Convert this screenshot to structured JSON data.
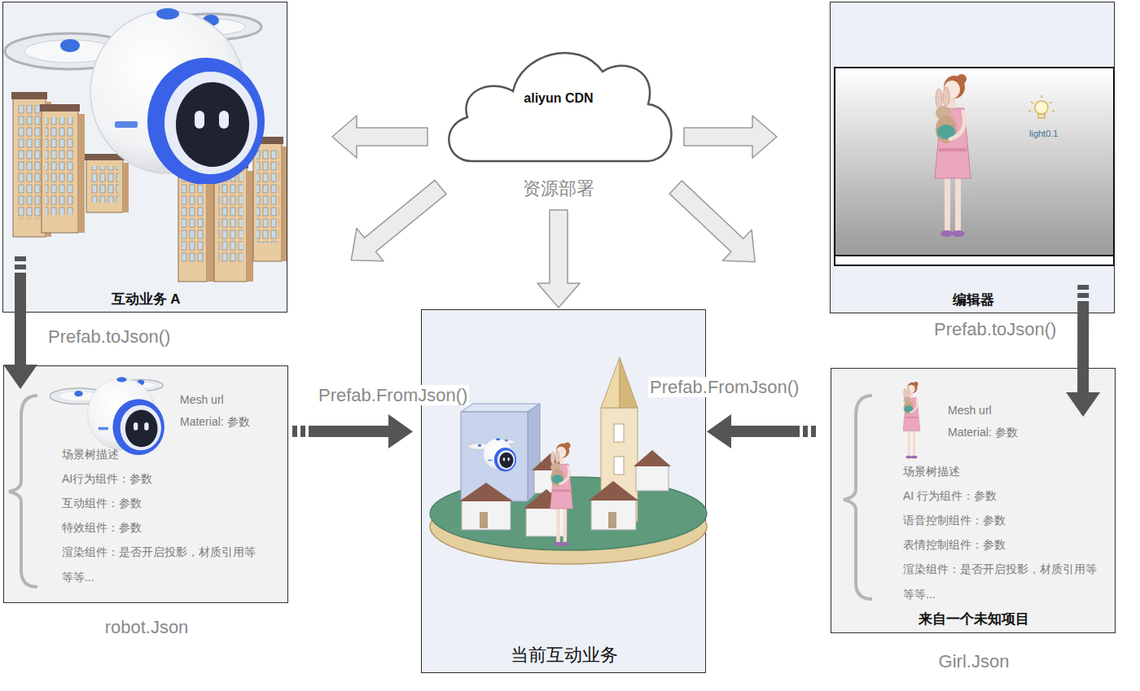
{
  "diagram": {
    "nodes": [
      {
        "text": [
          "互动业务 A"
        ]
      },
      {
        "text": [
          "aliyun CDN",
          "资源部署"
        ]
      },
      {
        "text": [
          "编辑器"
        ]
      },
      {
        "text": [
          "Mesh url",
          "Material: 参数",
          "场景树描述",
          "AI行为组件：参数",
          "互动组件：参数",
          "特效组件：参数",
          "渲染组件：是否开启投影，材质引用等",
          "等等...",
          "robot.Json"
        ]
      },
      {
        "text": [
          "当前互动业务"
        ]
      },
      {
        "text": [
          "Mesh url",
          "Material: 参数",
          "场景树描述",
          "AI 行为组件：参数",
          "语音控制组件：参数",
          "表情控制组件：参数",
          "渲染组件：是否开启投影，材质引用等",
          "等等...",
          "来自一个未知项目",
          "Girl.Json"
        ]
      }
    ],
    "edges": [
      {
        "from": 1,
        "to": 0,
        "arrow": "to"
      },
      {
        "from": 1,
        "to": 2,
        "arrow": "to"
      },
      {
        "from": 1,
        "to": 3,
        "arrow": "to"
      },
      {
        "from": 1,
        "to": 4,
        "arrow": "to"
      },
      {
        "from": 1,
        "to": 5,
        "arrow": "to"
      },
      {
        "from": 0,
        "to": 3,
        "arrow": "to",
        "label": "Prefab.toJson()"
      },
      {
        "from": 3,
        "to": 4,
        "arrow": "to",
        "label": "Prefab.FromJson()"
      },
      {
        "from": 2,
        "to": 5,
        "arrow": "to",
        "label": "Prefab.toJson()"
      },
      {
        "from": 5,
        "to": 4,
        "arrow": "to",
        "label": "Prefab.FromJson()"
      }
    ],
    "labels": [
      "light0.1"
    ]
  }
}
